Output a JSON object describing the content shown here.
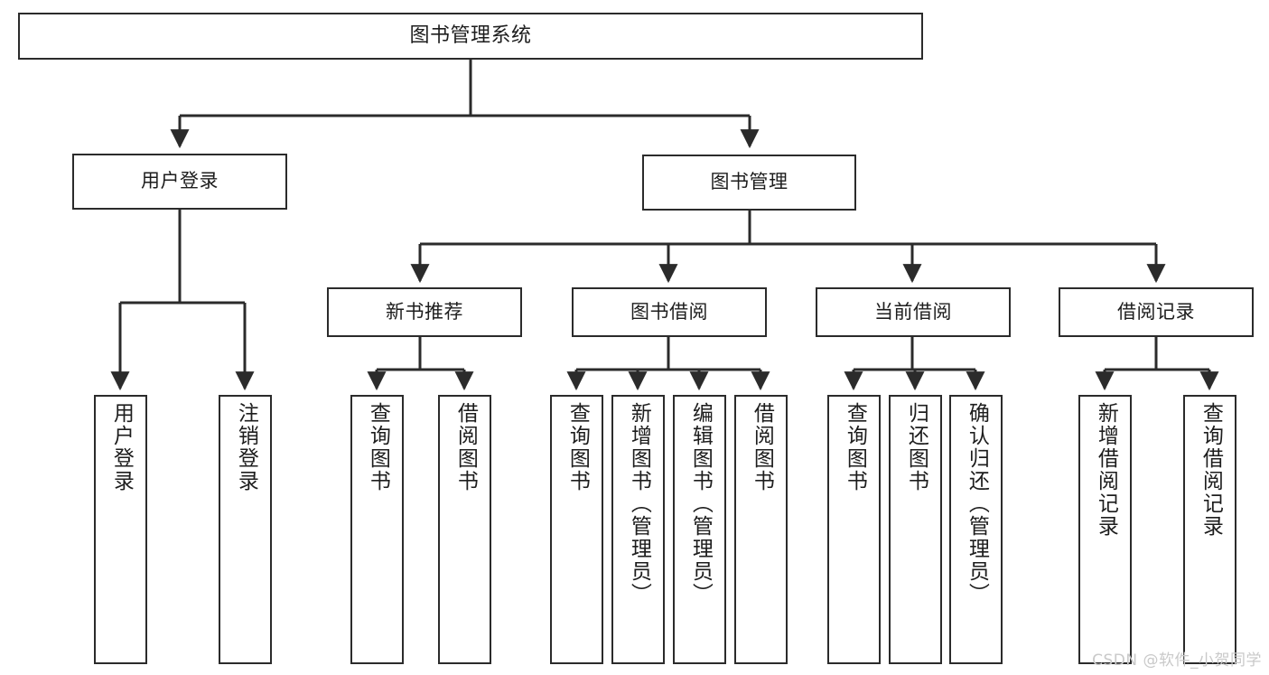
{
  "diagram": {
    "title": "图书管理系统",
    "watermark": "CSDN @软件_小贺同学",
    "colors": {
      "node_border": "#2b2b2b",
      "node_fill": "#ffffff",
      "edge": "#2b2b2b",
      "text": "#1d1d1d",
      "watermark": "#c9c9c9",
      "background": "#ffffff"
    },
    "nodes": {
      "root": {
        "label": "图书管理系统"
      },
      "level2": [
        {
          "label": "用户登录"
        },
        {
          "label": "图书管理"
        }
      ],
      "level3": [
        {
          "label": "新书推荐"
        },
        {
          "label": "图书借阅"
        },
        {
          "label": "当前借阅"
        },
        {
          "label": "借阅记录"
        }
      ],
      "leaves": {
        "user_login": [
          {
            "label": "用户登录"
          },
          {
            "label": "注销登录"
          }
        ],
        "new_book": [
          {
            "label": "查询图书"
          },
          {
            "label": "借阅图书"
          }
        ],
        "borrow": [
          {
            "label": "查询图书"
          },
          {
            "label": "新增图书（管理员）"
          },
          {
            "label": "编辑图书（管理员）"
          },
          {
            "label": "借阅图书"
          }
        ],
        "current": [
          {
            "label": "查询图书"
          },
          {
            "label": "归还图书"
          },
          {
            "label": "确认归还（管理员）"
          }
        ],
        "records": [
          {
            "label": "新增借阅记录"
          },
          {
            "label": "查询借阅记录"
          }
        ]
      }
    }
  }
}
